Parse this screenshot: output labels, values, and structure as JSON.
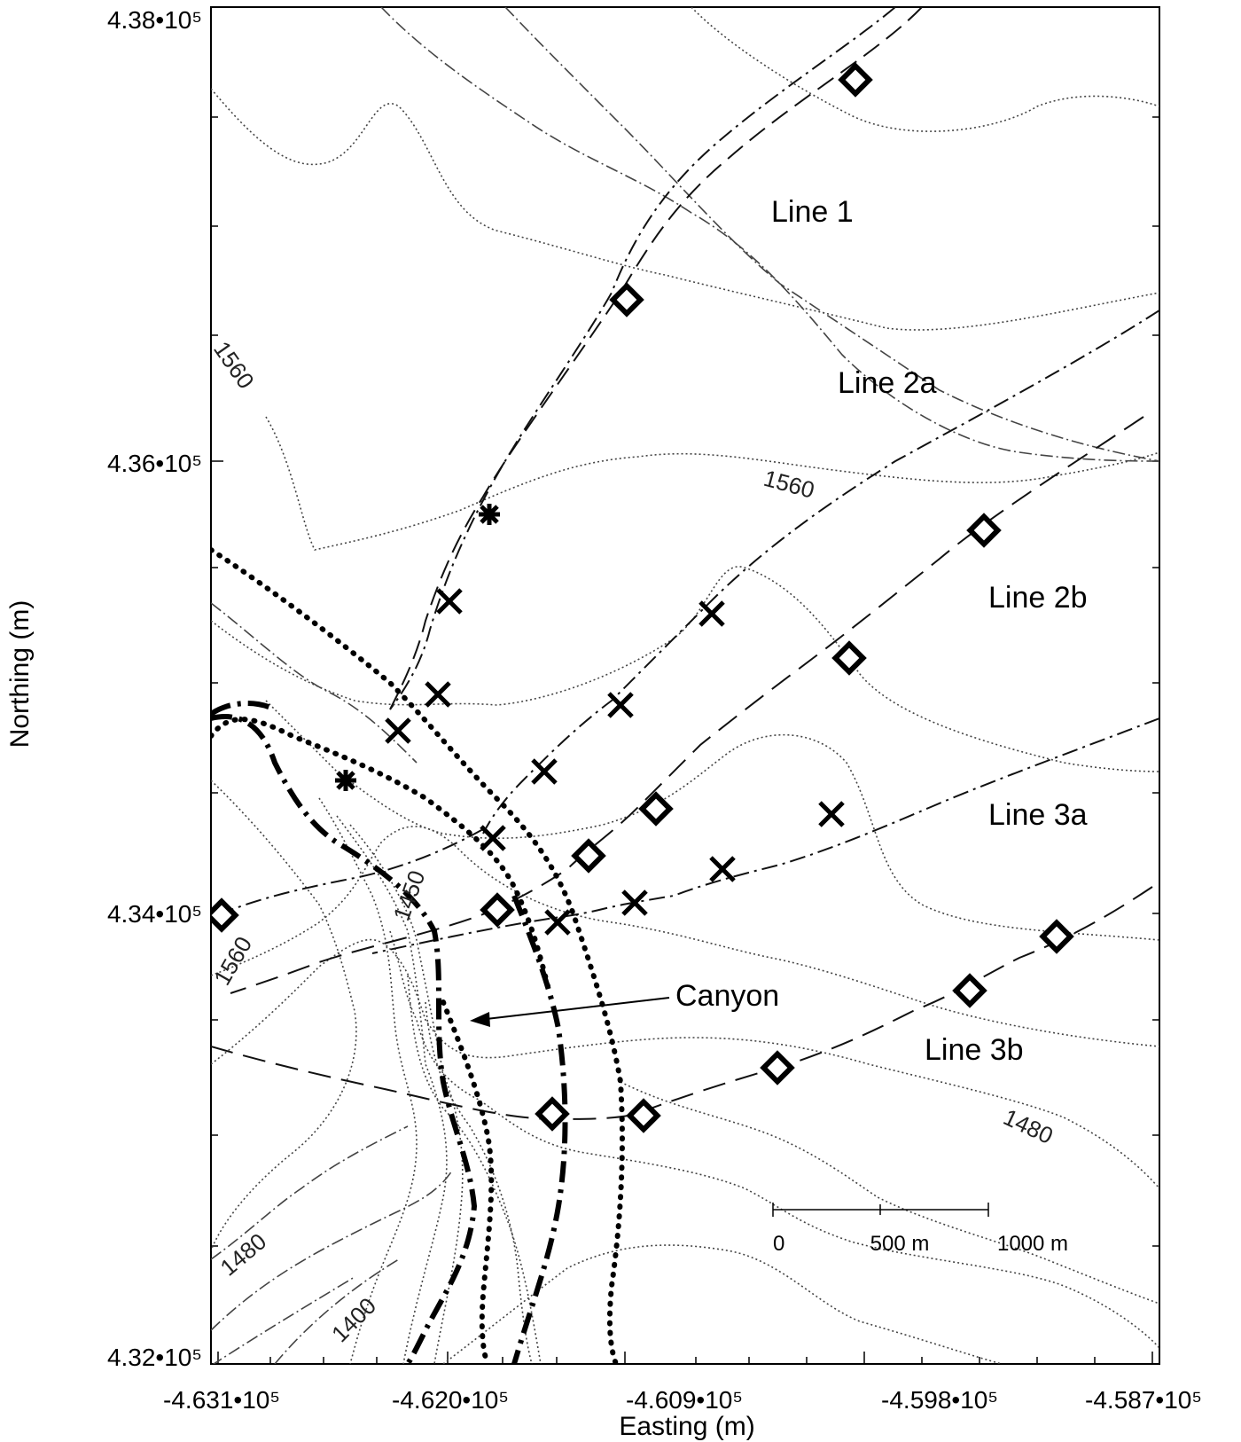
{
  "axes": {
    "xlabel": "Easting (m)",
    "ylabel": "Northing (m)",
    "x_ticks": [
      "-4.631•10⁵",
      "-4.620•10⁵",
      "-4.609•10⁵",
      "-4.598•10⁵",
      "-4.587•10⁵"
    ],
    "y_ticks": [
      "4.38•10⁵",
      "4.36•10⁵",
      "4.34•10⁵",
      "4.32•10⁵"
    ]
  },
  "profile_lines": [
    "Line 1",
    "Line 2a",
    "Line 2b",
    "Line 3a",
    "Line 3b"
  ],
  "contour_labels": [
    "1560",
    "1560",
    "1560",
    "1480",
    "1480",
    "1400",
    "1450"
  ],
  "annotation": {
    "canyon": "Canyon"
  },
  "scale_bar": {
    "labels": [
      "0",
      "500 m",
      "1000 m"
    ]
  },
  "legend_markers": {
    "diamond": "diamond-marker",
    "cross": "cross-marker",
    "asterisk": "asterisk-marker"
  }
}
